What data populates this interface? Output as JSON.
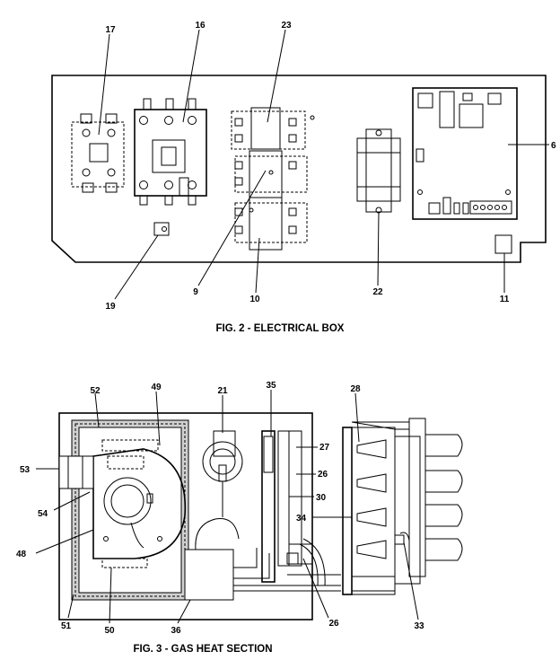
{
  "figures": {
    "electrical_box": {
      "caption": "FIG. 2 - ELECTRICAL BOX",
      "callouts": {
        "c17": "17",
        "c16": "16",
        "c23": "23",
        "c6": "6",
        "c19": "19",
        "c9": "9",
        "c10": "10",
        "c22": "22",
        "c11": "11"
      }
    },
    "gas_heat_section": {
      "caption": "FIG. 3 - GAS HEAT SECTION",
      "callouts": {
        "c52": "52",
        "c49": "49",
        "c21": "21",
        "c35": "35",
        "c28": "28",
        "c27": "27",
        "c26a": "26",
        "c30": "30",
        "c53": "53",
        "c54": "54",
        "c34": "34",
        "c48": "48",
        "c51": "51",
        "c50": "50",
        "c36": "36",
        "c26b": "26",
        "c33": "33"
      }
    }
  }
}
